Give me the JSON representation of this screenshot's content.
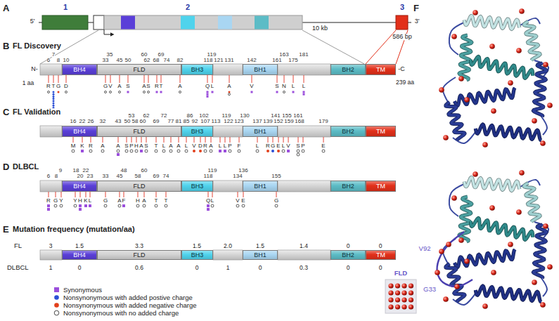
{
  "diagram": {
    "nodes": [
      {
        "text": [
          "BH4"
        ]
      },
      {
        "text": [
          "FLD"
        ]
      },
      {
        "text": [
          "BH3"
        ]
      },
      {
        "text": [
          "BH1"
        ]
      },
      {
        "text": [
          "BH2"
        ]
      },
      {
        "text": [
          "TM"
        ]
      },
      {
        "text": [
          "BH4"
        ]
      },
      {
        "text": [
          "FLD"
        ]
      },
      {
        "text": [
          "BH3"
        ]
      },
      {
        "text": [
          "BH1"
        ]
      },
      {
        "text": [
          "BH2"
        ]
      },
      {
        "text": [
          "TM"
        ]
      },
      {
        "text": [
          "BH4"
        ]
      },
      {
        "text": [
          "FLD"
        ]
      },
      {
        "text": [
          "BH3"
        ]
      },
      {
        "text": [
          "BH1"
        ]
      },
      {
        "text": [
          "BH2"
        ]
      },
      {
        "text": [
          "TM"
        ]
      },
      {
        "text": [
          "BH4"
        ]
      },
      {
        "text": [
          "FLD"
        ]
      },
      {
        "text": [
          "BH3"
        ]
      },
      {
        "text": [
          "BH1"
        ]
      },
      {
        "text": [
          "BH2"
        ]
      },
      {
        "text": [
          "TM"
        ]
      }
    ],
    "labels": [
      "A",
      "1",
      "2",
      "3",
      "5'",
      "3'",
      "10 kb",
      "586 bp",
      "B",
      "FL Discovery",
      "N-",
      "-C",
      "1 aa",
      "239 aa",
      "7",
      "35",
      "60",
      "69",
      "119",
      "163",
      "181",
      "6",
      "8",
      "10",
      "33",
      "45",
      "50",
      "62",
      "68",
      "74",
      "82",
      "118",
      "121",
      "131",
      "142",
      "161",
      "175",
      "R",
      "T",
      "G",
      "D",
      "G",
      "V",
      "A",
      "S",
      "A",
      "S",
      "R",
      "T",
      "A",
      "Q",
      "L",
      "A",
      "V",
      "S",
      "N",
      "L",
      "L",
      "C",
      "FL Validation",
      "53",
      "62",
      "72",
      "86",
      "102",
      "119",
      "130",
      "141",
      "155",
      "161",
      "16",
      "22",
      "26",
      "32",
      "43",
      "50",
      "58",
      "60",
      "69",
      "77",
      "81",
      "85",
      "92",
      "107",
      "113",
      "122",
      "123",
      "137",
      "139",
      "152",
      "159",
      "168",
      "179",
      "M",
      "K",
      "R",
      "A",
      "A",
      "S",
      "P",
      "H",
      "A",
      "S",
      "T",
      "L",
      "A",
      "A",
      "L",
      "V",
      "D",
      "R",
      "A",
      "L",
      "L",
      "P",
      "F",
      "L",
      "R",
      "G",
      "E",
      "L",
      "V",
      "S",
      "P",
      "E",
      "D",
      "DLBCL",
      "9",
      "18",
      "22",
      "48",
      "60",
      "119",
      "136",
      "6",
      "8",
      "20",
      "23",
      "33",
      "45",
      "58",
      "69",
      "74",
      "118",
      "134",
      "155",
      "R",
      "G",
      "Y",
      "Y",
      "H",
      "K",
      "L",
      "G",
      "A",
      "F",
      "H",
      "A",
      "T",
      "T",
      "Q",
      "L",
      "V",
      "E",
      "G",
      "E",
      "Mutation frequency (mutation/aa)",
      "FL",
      "DLBCL",
      "3",
      "1.5",
      "3.3",
      "1.5",
      "2.0",
      "1.5",
      "1.4",
      "0",
      "0",
      "1",
      "0",
      "0.6",
      "0",
      "1",
      "0",
      "0.3",
      "0",
      "0",
      "F",
      "V92",
      "FLD",
      "G33"
    ],
    "legend": [
      {
        "text": "Synonymous",
        "color": "#9b4fdc"
      },
      {
        "text": "Nonsynonymous with added postive charge",
        "color": "#2b4fd6"
      },
      {
        "text": "Nonsynonymous with added negative charge",
        "color": "#e2401c"
      },
      {
        "text": "Nonsynonymous with no added charge"
      }
    ]
  }
}
